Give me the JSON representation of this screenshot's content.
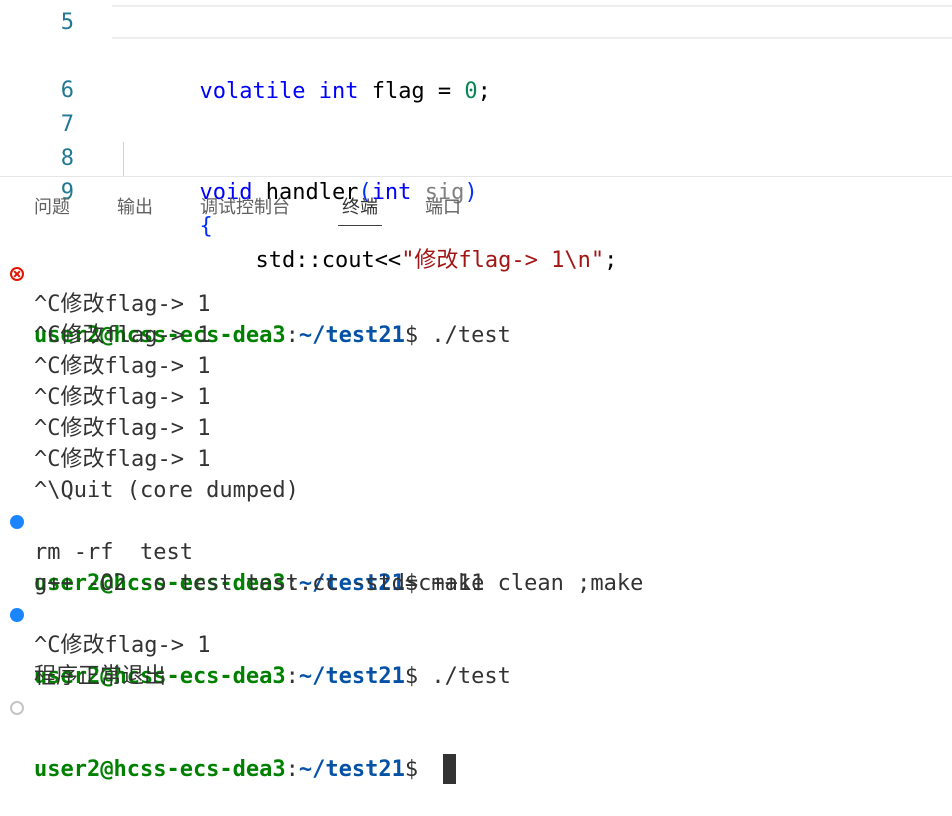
{
  "editor": {
    "lines": [
      {
        "number": "5",
        "tokens": [
          "volatile",
          " ",
          "int",
          " flag = ",
          "0",
          ";"
        ]
      },
      {
        "number": "6"
      },
      {
        "number": "7",
        "tokens": [
          "void",
          " handler",
          "(",
          "int",
          " ",
          "sig",
          ")"
        ]
      },
      {
        "number": "8",
        "tokens": [
          "{"
        ]
      },
      {
        "number": "9",
        "tokens": [
          "std::cout<<",
          "\"修改flag-> 1\\n\"",
          ";"
        ]
      }
    ]
  },
  "panel": {
    "tabs": [
      "问题",
      "输出",
      "调试控制台",
      "终端",
      "端口"
    ],
    "active_tab": "终端"
  },
  "terminal": {
    "prompt_user": "user2@hcss-ecs-dea3",
    "prompt_colon": ":",
    "prompt_path": "~/test21",
    "prompt_suffix": "$ ",
    "cmd1": "./test",
    "cmd2": "make clean ;make",
    "cmd3": "./test",
    "out_flag": "^C修改flag-> 1",
    "out_quit": "^\\Quit (core dumped)",
    "out_rm": "rm -rf  test",
    "out_gpp": "g++ -O2 -o test test.cc -std=c++11",
    "out_exit": "程序正常退出",
    "decorations": {
      "first": "error-icon",
      "second": "success-dot-icon",
      "third": "success-dot-icon",
      "last": "default-circle-icon"
    }
  },
  "colors": {
    "keyword": "#0000ff",
    "number": "#098658",
    "string": "#a31515",
    "prompt_user": "#008000",
    "prompt_path": "#0451a5",
    "error": "#e51400",
    "success": "#1a85ff"
  }
}
